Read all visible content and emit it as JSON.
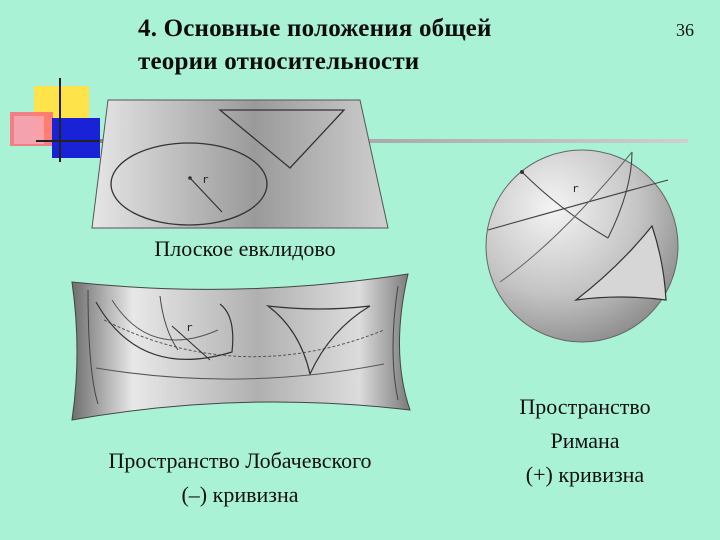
{
  "slide": {
    "title": "4. Основные положения общей теории относительности",
    "title_line1": "4. Основные положения общей",
    "title_line2": "теории относительности",
    "number": "36"
  },
  "figures": {
    "flat": {
      "caption": "Плоское евклидово",
      "radius_label": "r"
    },
    "lobachevsky": {
      "caption_line1": "Пространство Лобачевского",
      "caption_line2": "(–) кривизна",
      "radius_label": "r"
    },
    "riemann": {
      "caption_line1": "Пространство",
      "caption_line2": "Римана",
      "caption_line3": "(+) кривизна",
      "radius_label": "r"
    }
  },
  "colors": {
    "background": "#a9f2d6",
    "deco_yellow": "#ffe34a",
    "deco_blue": "#1a22d8",
    "deco_red": "#ff4e5e",
    "surface_gray": "#b8b8b8"
  }
}
